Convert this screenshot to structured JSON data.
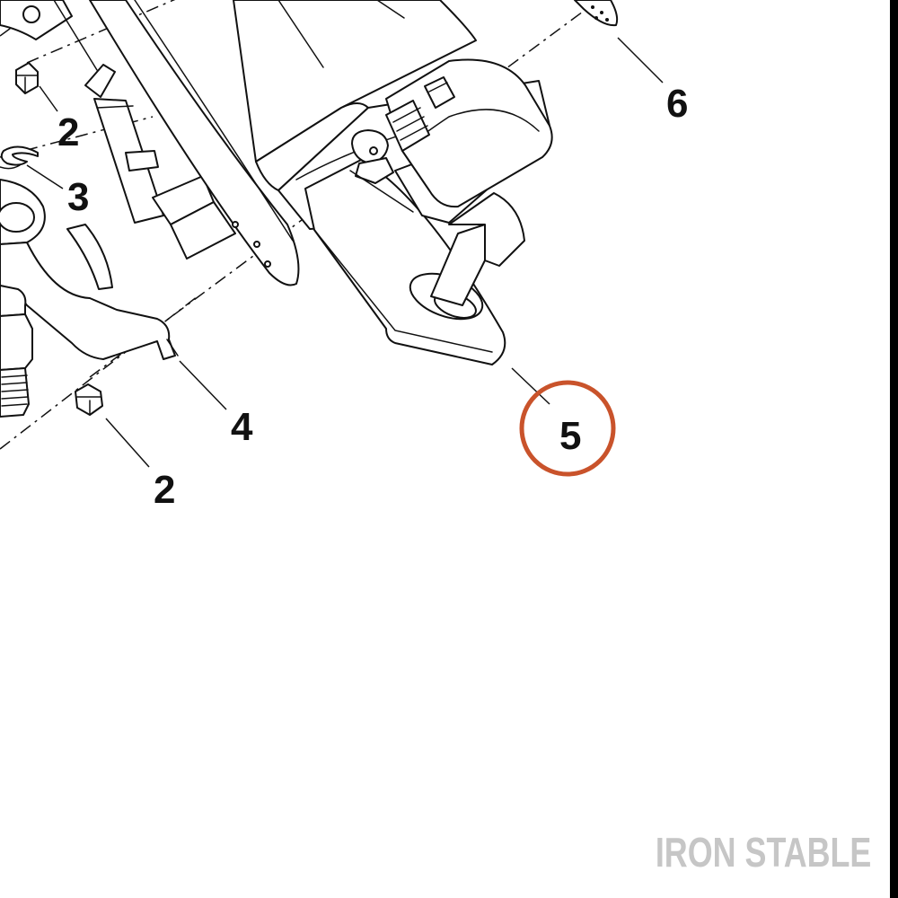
{
  "diagram": {
    "callouts": [
      {
        "id": "callout-2-top",
        "label": "2"
      },
      {
        "id": "callout-3",
        "label": "3"
      },
      {
        "id": "callout-4",
        "label": "4"
      },
      {
        "id": "callout-2-bottom",
        "label": "2"
      },
      {
        "id": "callout-5",
        "label": "5"
      },
      {
        "id": "callout-6",
        "label": "6"
      }
    ],
    "highlighted_callout": "5"
  },
  "watermark": {
    "text": "IRON STABLE"
  },
  "colors": {
    "highlight_ring": "#c9532b",
    "line_art": "#111111",
    "watermark": "#c6c6c6",
    "edge_bar": "#000000",
    "background": "#ffffff"
  }
}
